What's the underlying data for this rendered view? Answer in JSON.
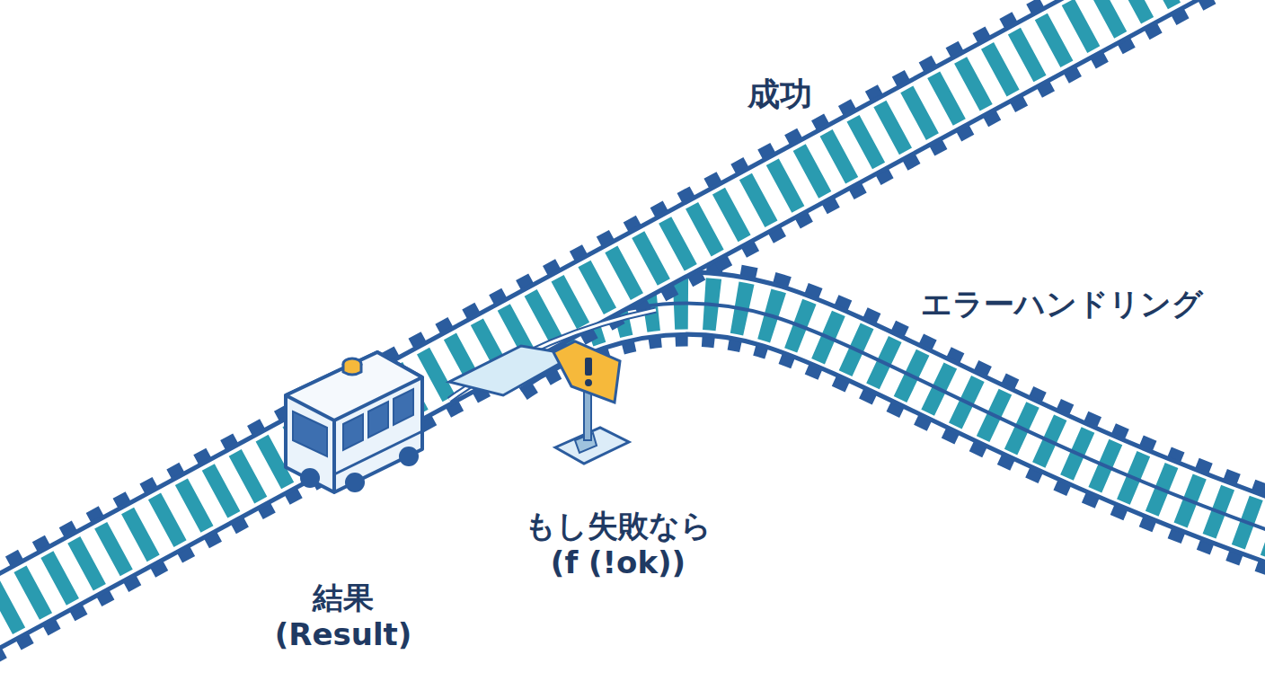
{
  "diagram": {
    "labels": [
      "成功",
      "エラーハンドリング",
      "もし失敗なら (f (!ok))",
      "結果 (Result)"
    ]
  }
}
